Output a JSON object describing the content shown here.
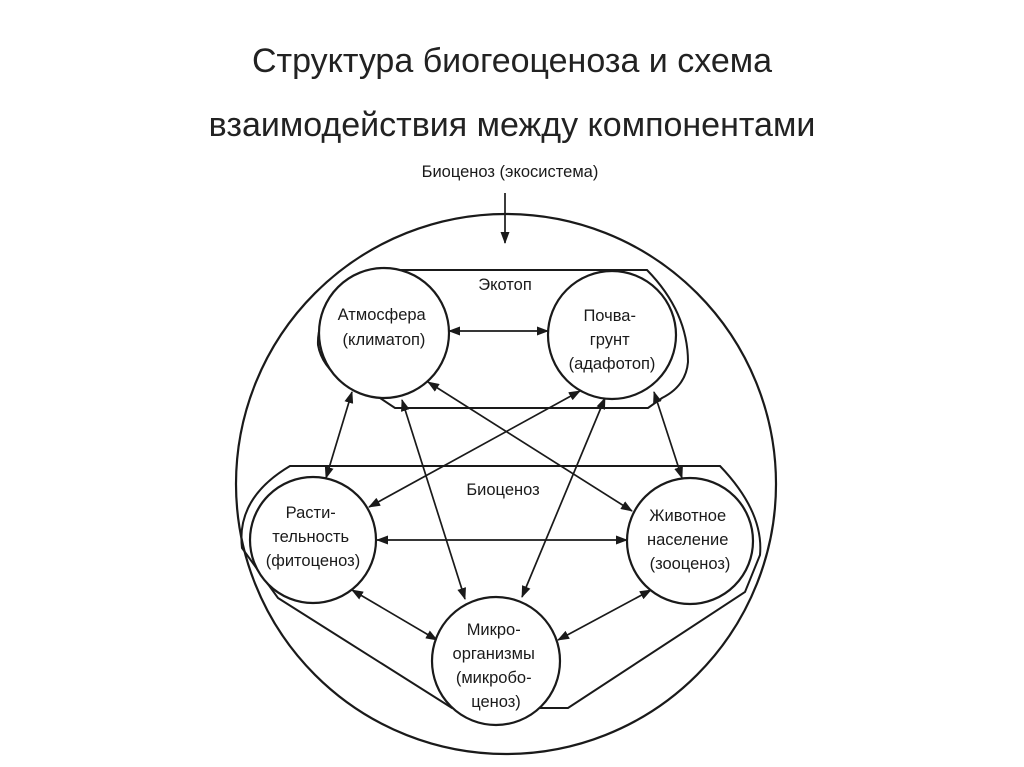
{
  "title": {
    "line1": "Структура биогеоценоза и схема",
    "line2": "взаимодействия между компонентами"
  },
  "diagram": {
    "top_label": "Биоценоз (экосистема)",
    "ecotop_label": "Экотоп",
    "biocenosis_label": "Биоценоз",
    "nodes": {
      "atmosphere": {
        "lines": [
          "Атмосфера",
          "(климатоп)"
        ]
      },
      "soil": {
        "lines": [
          "Почва-",
          "грунт",
          "(адафотоп)"
        ]
      },
      "plants": {
        "lines": [
          "Расти-",
          "тельность",
          "(фитоценоз)"
        ]
      },
      "animals": {
        "lines": [
          "Животное",
          "население",
          "(зооценоз)"
        ]
      },
      "microbes": {
        "lines": [
          "Микро-",
          "организмы",
          "(микробо-",
          "ценоз)"
        ]
      }
    },
    "links": [
      [
        "atmosphere",
        "soil"
      ],
      [
        "atmosphere",
        "plants"
      ],
      [
        "atmosphere",
        "animals"
      ],
      [
        "atmosphere",
        "microbes"
      ],
      [
        "soil",
        "plants"
      ],
      [
        "soil",
        "animals"
      ],
      [
        "soil",
        "microbes"
      ],
      [
        "plants",
        "animals"
      ],
      [
        "plants",
        "microbes"
      ],
      [
        "animals",
        "microbes"
      ]
    ]
  }
}
